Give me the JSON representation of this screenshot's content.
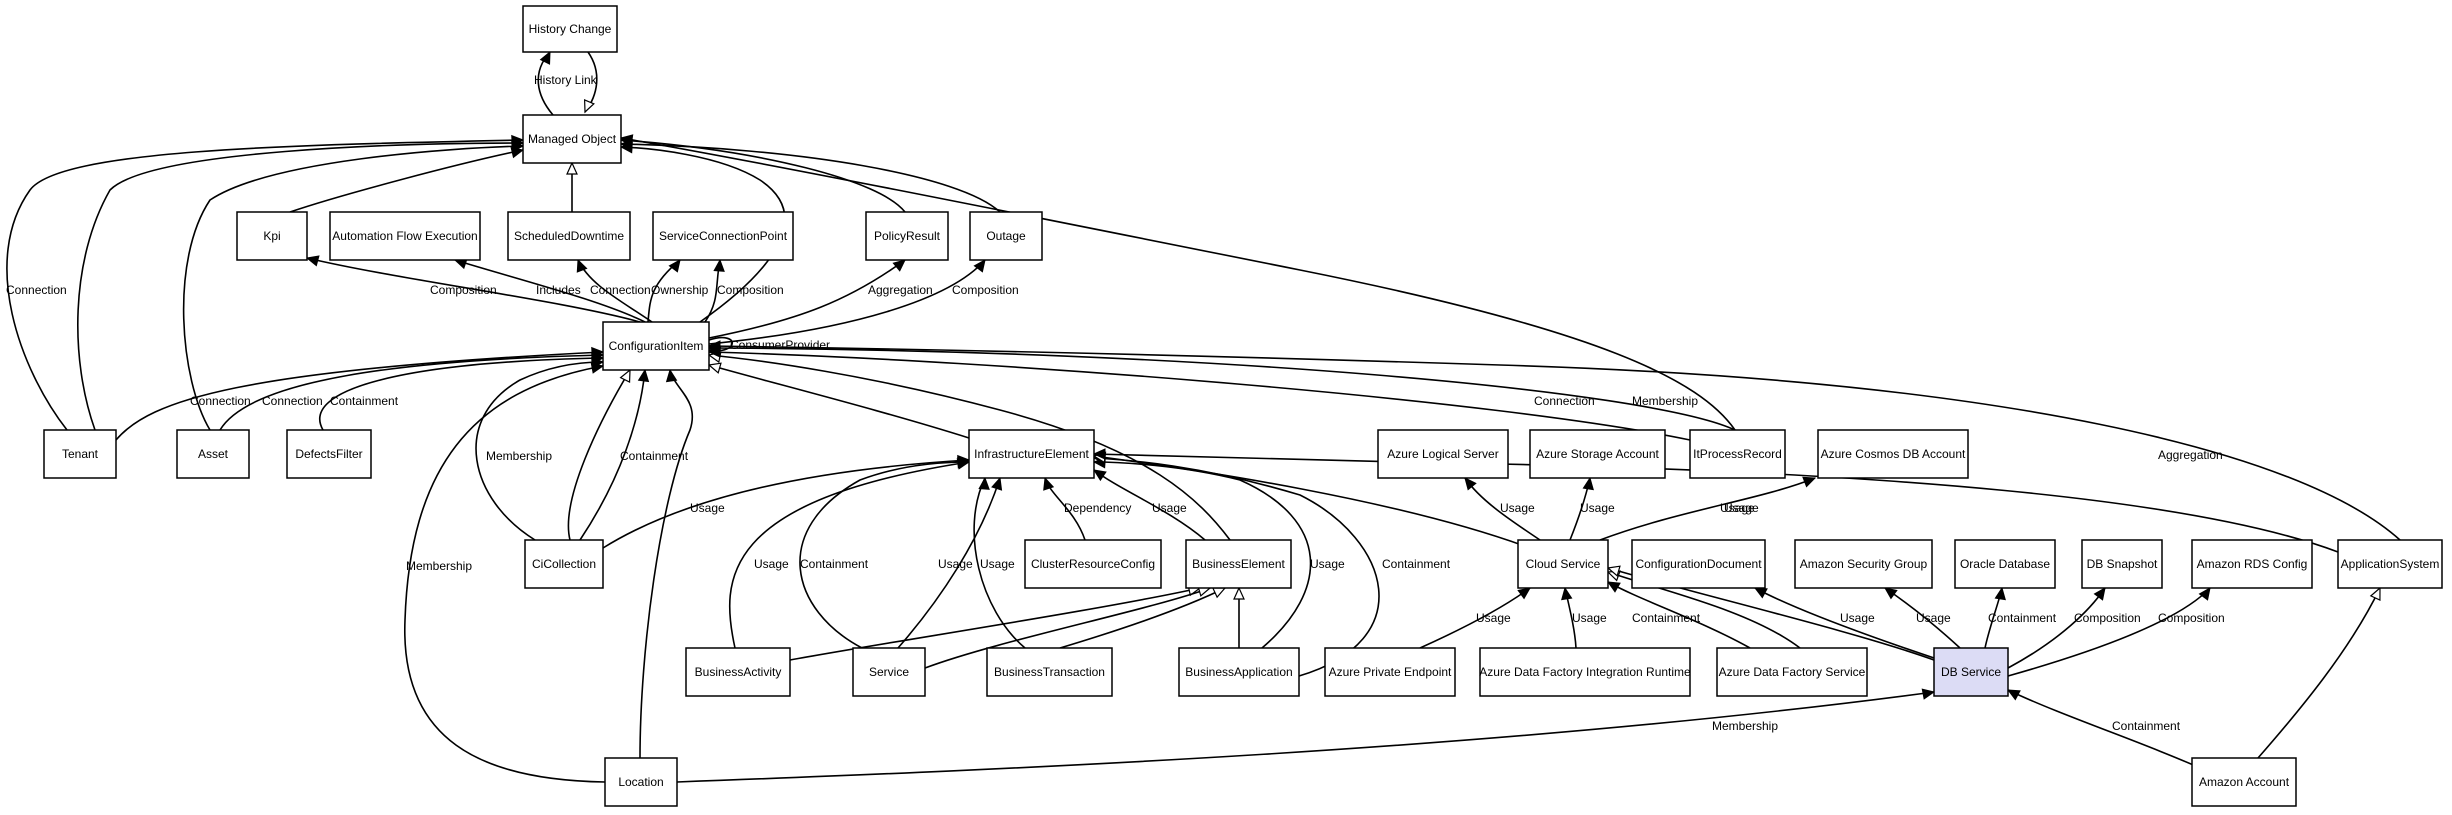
{
  "diagram": {
    "nodes": [
      {
        "id": "history_change",
        "label": "History Change"
      },
      {
        "id": "managed_object",
        "label": "Managed Object"
      },
      {
        "id": "kpi",
        "label": "Kpi"
      },
      {
        "id": "automation_flow",
        "label": "Automation Flow Execution"
      },
      {
        "id": "scheduled_downtime",
        "label": "ScheduledDowntime"
      },
      {
        "id": "service_connection_point",
        "label": "ServiceConnectionPoint"
      },
      {
        "id": "policy_result",
        "label": "PolicyResult"
      },
      {
        "id": "outage",
        "label": "Outage"
      },
      {
        "id": "configuration_item",
        "label": "ConfigurationItem"
      },
      {
        "id": "tenant",
        "label": "Tenant"
      },
      {
        "id": "asset",
        "label": "Asset"
      },
      {
        "id": "defects_filter",
        "label": "DefectsFilter"
      },
      {
        "id": "infrastructure_element",
        "label": "InfrastructureElement"
      },
      {
        "id": "azure_logical_server",
        "label": "Azure Logical Server"
      },
      {
        "id": "azure_storage_account",
        "label": "Azure Storage Account"
      },
      {
        "id": "it_process_record",
        "label": "ItProcessRecord"
      },
      {
        "id": "azure_cosmos_db_account",
        "label": "Azure Cosmos DB Account"
      },
      {
        "id": "ci_collection",
        "label": "CiCollection"
      },
      {
        "id": "cluster_resource_config",
        "label": "ClusterResourceConfig"
      },
      {
        "id": "business_element",
        "label": "BusinessElement"
      },
      {
        "id": "cloud_service",
        "label": "Cloud Service"
      },
      {
        "id": "configuration_document",
        "label": "ConfigurationDocument"
      },
      {
        "id": "amazon_security_group",
        "label": "Amazon Security Group"
      },
      {
        "id": "oracle_database",
        "label": "Oracle Database"
      },
      {
        "id": "db_snapshot",
        "label": "DB Snapshot"
      },
      {
        "id": "amazon_rds_config",
        "label": "Amazon RDS Config"
      },
      {
        "id": "application_system",
        "label": "ApplicationSystem"
      },
      {
        "id": "business_activity",
        "label": "BusinessActivity"
      },
      {
        "id": "service",
        "label": "Service"
      },
      {
        "id": "business_transaction",
        "label": "BusinessTransaction"
      },
      {
        "id": "business_application",
        "label": "BusinessApplication"
      },
      {
        "id": "azure_private_endpoint",
        "label": "Azure Private Endpoint"
      },
      {
        "id": "azure_data_factory_ir",
        "label": "Azure Data Factory Integration Runtime"
      },
      {
        "id": "azure_data_factory_service",
        "label": "Azure Data Factory Service"
      },
      {
        "id": "db_service",
        "label": "DB Service",
        "highlight": true
      },
      {
        "id": "location",
        "label": "Location"
      },
      {
        "id": "amazon_account",
        "label": "Amazon Account"
      }
    ],
    "edges": [
      {
        "id": "e_history_link",
        "from": "managed_object",
        "to": "history_change",
        "label": "History Link",
        "arrow": "filled"
      },
      {
        "id": "e_history_inherit",
        "from": "history_change",
        "to": "managed_object",
        "label": "",
        "arrow": "hollow"
      },
      {
        "id": "e_tenant_mo_conn",
        "from": "tenant",
        "to": "managed_object",
        "label": "Connection",
        "arrow": "filled"
      },
      {
        "id": "e_tenant_mo",
        "from": "tenant",
        "to": "managed_object",
        "label": "",
        "arrow": "filled"
      },
      {
        "id": "e_asset_mo",
        "from": "asset",
        "to": "managed_object",
        "label": "",
        "arrow": "filled"
      },
      {
        "id": "e_kpi_mo",
        "from": "kpi",
        "to": "managed_object",
        "label": "",
        "arrow": "filled"
      },
      {
        "id": "e_sd_mo",
        "from": "scheduled_downtime",
        "to": "managed_object",
        "label": "",
        "arrow": "hollow"
      },
      {
        "id": "e_pr_mo",
        "from": "policy_result",
        "to": "managed_object",
        "label": "",
        "arrow": "filled"
      },
      {
        "id": "e_outage_mo",
        "from": "outage",
        "to": "managed_object",
        "label": "",
        "arrow": "filled"
      },
      {
        "id": "e_ci_mo",
        "from": "configuration_item",
        "to": "managed_object",
        "label": "",
        "arrow": "filled"
      },
      {
        "id": "e_itpr_mo",
        "from": "it_process_record",
        "to": "managed_object",
        "label": "",
        "arrow": "filled"
      },
      {
        "id": "e_ci_kpi",
        "from": "configuration_item",
        "to": "kpi",
        "label": "Composition",
        "arrow": "filled"
      },
      {
        "id": "e_ci_afe",
        "from": "configuration_item",
        "to": "automation_flow",
        "label": "Includes",
        "arrow": "filled"
      },
      {
        "id": "e_ci_sd",
        "from": "configuration_item",
        "to": "scheduled_downtime",
        "label": "Connection",
        "arrow": "filled"
      },
      {
        "id": "e_ci_scp_own",
        "from": "configuration_item",
        "to": "service_connection_point",
        "label": "Ownership",
        "arrow": "filled"
      },
      {
        "id": "e_ci_scp_comp",
        "from": "configuration_item",
        "to": "service_connection_point",
        "label": "Composition",
        "arrow": "filled"
      },
      {
        "id": "e_ci_pr",
        "from": "configuration_item",
        "to": "policy_result",
        "label": "Aggregation",
        "arrow": "filled"
      },
      {
        "id": "e_ci_outage",
        "from": "configuration_item",
        "to": "outage",
        "label": "Composition",
        "arrow": "filled"
      },
      {
        "id": "e_ci_self",
        "from": "configuration_item",
        "to": "configuration_item",
        "label": "ConsumerProvider",
        "arrow": "filled"
      },
      {
        "id": "e_tenant_ci",
        "from": "tenant",
        "to": "configuration_item",
        "label": "Connection",
        "arrow": "filled"
      },
      {
        "id": "e_asset_ci",
        "from": "asset",
        "to": "configuration_item",
        "label": "Connection",
        "arrow": "filled"
      },
      {
        "id": "e_df_ci",
        "from": "defects_filter",
        "to": "configuration_item",
        "label": "Containment",
        "arrow": "filled"
      },
      {
        "id": "e_cic_ci_mem",
        "from": "ci_collection",
        "to": "configuration_item",
        "label": "Membership",
        "arrow": "filled"
      },
      {
        "id": "e_cic_ci_inh",
        "from": "ci_collection",
        "to": "configuration_item",
        "label": "",
        "arrow": "hollow"
      },
      {
        "id": "e_cic_ci_cont",
        "from": "ci_collection",
        "to": "configuration_item",
        "label": "Containment",
        "arrow": "filled"
      },
      {
        "id": "e_loc_ci_mem",
        "from": "location",
        "to": "configuration_item",
        "label": "Membership",
        "arrow": "filled"
      },
      {
        "id": "e_loc_ci",
        "from": "location",
        "to": "configuration_item",
        "label": "",
        "arrow": "filled"
      },
      {
        "id": "e_ie_ci",
        "from": "infrastructure_element",
        "to": "configuration_item",
        "label": "",
        "arrow": "hollow"
      },
      {
        "id": "e_be_ci",
        "from": "business_element",
        "to": "configuration_item",
        "label": "",
        "arrow": "hollow"
      },
      {
        "id": "e_itpr_ci",
        "from": "it_process_record",
        "to": "configuration_item",
        "label": "Connection",
        "arrow": "filled"
      },
      {
        "id": "e_itpr_ci_mem",
        "from": "it_process_record",
        "to": "configuration_item",
        "label": "Membership",
        "arrow": "filled"
      },
      {
        "id": "e_as_ci",
        "from": "application_system",
        "to": "configuration_item",
        "label": "Aggregation",
        "arrow": "filled"
      },
      {
        "id": "e_cic_ie",
        "from": "ci_collection",
        "to": "infrastructure_element",
        "label": "Usage",
        "arrow": "filled"
      },
      {
        "id": "e_ba_ie",
        "from": "business_activity",
        "to": "infrastructure_element",
        "label": "Usage",
        "arrow": "filled"
      },
      {
        "id": "e_svc_ie_cont",
        "from": "service",
        "to": "infrastructure_element",
        "label": "Containment",
        "arrow": "filled"
      },
      {
        "id": "e_svc_ie_usage",
        "from": "service",
        "to": "infrastructure_element",
        "label": "Usage",
        "arrow": "filled"
      },
      {
        "id": "e_bt_ie",
        "from": "business_transaction",
        "to": "infrastructure_element",
        "label": "Usage",
        "arrow": "filled"
      },
      {
        "id": "e_crc_ie",
        "from": "cluster_resource_config",
        "to": "infrastructure_element",
        "label": "Dependency",
        "arrow": "filled"
      },
      {
        "id": "e_be_ie",
        "from": "business_element",
        "to": "infrastructure_element",
        "label": "Usage",
        "arrow": "filled"
      },
      {
        "id": "e_bapp_ie_usage",
        "from": "business_application",
        "to": "infrastructure_element",
        "label": "Usage",
        "arrow": "filled"
      },
      {
        "id": "e_bapp_ie_cont",
        "from": "business_application",
        "to": "infrastructure_element",
        "label": "Containment",
        "arrow": "filled"
      },
      {
        "id": "e_cs_ie",
        "from": "cloud_service",
        "to": "infrastructure_element",
        "label": "",
        "arrow": "hollow"
      },
      {
        "id": "e_as_ie",
        "from": "application_system",
        "to": "infrastructure_element",
        "label": "Usage",
        "arrow": "filled"
      },
      {
        "id": "e_cs_als",
        "from": "cloud_service",
        "to": "azure_logical_server",
        "label": "Usage",
        "arrow": "filled"
      },
      {
        "id": "e_cs_asa",
        "from": "cloud_service",
        "to": "azure_storage_account",
        "label": "Usage",
        "arrow": "filled"
      },
      {
        "id": "e_cs_acdb",
        "from": "cloud_service",
        "to": "azure_cosmos_db_account",
        "label": "Usage",
        "arrow": "filled"
      },
      {
        "id": "e_ba_be",
        "from": "business_activity",
        "to": "business_element",
        "label": "",
        "arrow": "hollow"
      },
      {
        "id": "e_svc_be",
        "from": "service",
        "to": "business_element",
        "label": "",
        "arrow": "hollow"
      },
      {
        "id": "e_bt_be",
        "from": "business_transaction",
        "to": "business_element",
        "label": "",
        "arrow": "hollow"
      },
      {
        "id": "e_bapp_be",
        "from": "business_application",
        "to": "business_element",
        "label": "",
        "arrow": "hollow"
      },
      {
        "id": "e_ape_cs",
        "from": "azure_private_endpoint",
        "to": "cloud_service",
        "label": "Usage",
        "arrow": "filled"
      },
      {
        "id": "e_adfir_cs",
        "from": "azure_data_factory_ir",
        "to": "cloud_service",
        "label": "Usage",
        "arrow": "filled"
      },
      {
        "id": "e_adfs_cs",
        "from": "azure_data_factory_service",
        "to": "cloud_service",
        "label": "Containment",
        "arrow": "filled"
      },
      {
        "id": "e_adfs_cs_inh",
        "from": "azure_data_factory_service",
        "to": "cloud_service",
        "label": "",
        "arrow": "hollow"
      },
      {
        "id": "e_dbs_cs",
        "from": "db_service",
        "to": "cloud_service",
        "label": "",
        "arrow": "hollow"
      },
      {
        "id": "e_dbs_cd",
        "from": "db_service",
        "to": "configuration_document",
        "label": "Usage",
        "arrow": "filled"
      },
      {
        "id": "e_dbs_asg",
        "from": "db_service",
        "to": "amazon_security_group",
        "label": "Usage",
        "arrow": "filled"
      },
      {
        "id": "e_dbs_od",
        "from": "db_service",
        "to": "oracle_database",
        "label": "Containment",
        "arrow": "filled"
      },
      {
        "id": "e_dbs_snap",
        "from": "db_service",
        "to": "db_snapshot",
        "label": "Composition",
        "arrow": "filled"
      },
      {
        "id": "e_dbs_rds",
        "from": "db_service",
        "to": "amazon_rds_config",
        "label": "Composition",
        "arrow": "filled"
      },
      {
        "id": "e_loc_dbs",
        "from": "location",
        "to": "db_service",
        "label": "Membership",
        "arrow": "filled"
      },
      {
        "id": "e_aa_dbs",
        "from": "amazon_account",
        "to": "db_service",
        "label": "Containment",
        "arrow": "filled"
      },
      {
        "id": "e_aa_as",
        "from": "amazon_account",
        "to": "application_system",
        "label": "",
        "arrow": "hollow"
      }
    ]
  }
}
